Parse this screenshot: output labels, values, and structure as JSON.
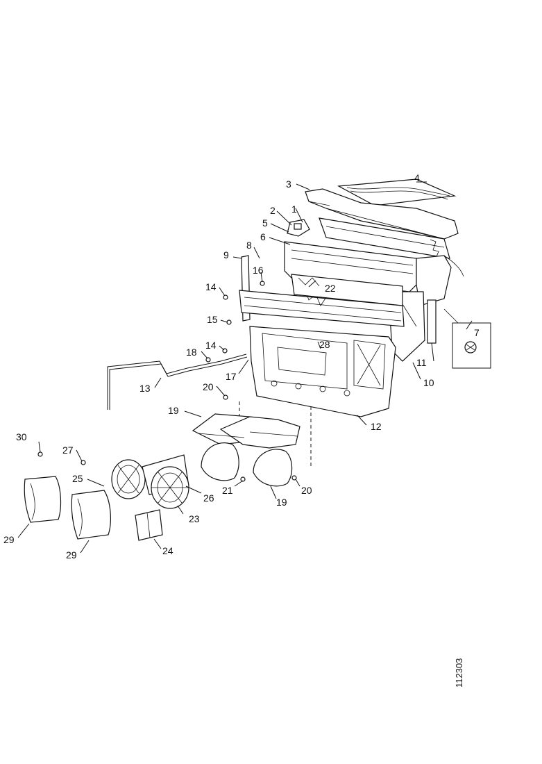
{
  "drawing_number": "112303",
  "callouts": {
    "c1": "1",
    "c2": "2",
    "c3": "3",
    "c4": "4",
    "c5": "5",
    "c6": "6",
    "c7": "7",
    "c8": "8",
    "c9": "9",
    "c10": "10",
    "c11": "11",
    "c12": "12",
    "c13": "13",
    "c14a": "14",
    "c14b": "14",
    "c15": "15",
    "c16": "16",
    "c17": "17",
    "c18": "18",
    "c19a": "19",
    "c19b": "19",
    "c20a": "20",
    "c20b": "20",
    "c21": "21",
    "c22": "22",
    "c23": "23",
    "c24": "24",
    "c25": "25",
    "c26": "26",
    "c27": "27",
    "c28": "28",
    "c29a": "29",
    "c29b": "29",
    "c30": "30"
  }
}
